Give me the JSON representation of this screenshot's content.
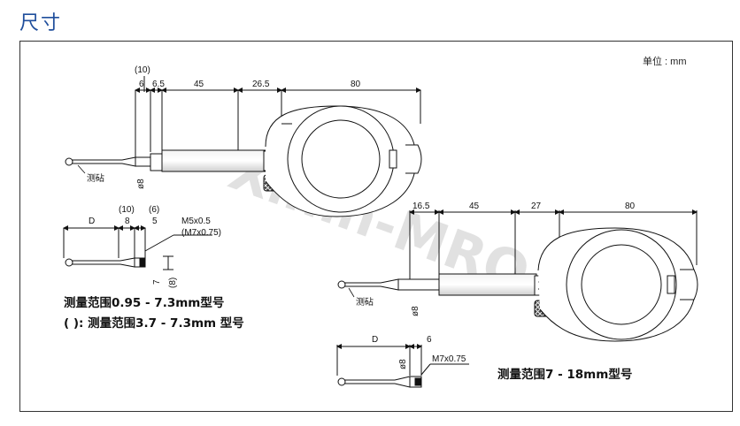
{
  "heading": "尺寸",
  "unit_label": "单位 : mm",
  "watermark": "Xinin-MRO",
  "upper_gauge": {
    "dims": {
      "d10": "(10)",
      "d6": "6",
      "d65": "6.5",
      "d45": "45",
      "d265": "26.5",
      "d80": "80"
    },
    "probe_label": "测砧",
    "dia_label": "ø8"
  },
  "upper_detail": {
    "dims": {
      "D": "D",
      "d10": "(10)",
      "d8": "8",
      "d6": "(6)",
      "d5": "5"
    },
    "thread1": "M5x0.5",
    "thread2": "(M7x0.75)",
    "dia1": "7",
    "dia2": "(8)"
  },
  "upper_caption1": "测量范围0.95 - 7.3mm型号",
  "upper_caption2": "( ): 测量范围3.7 - 7.3mm 型号",
  "lower_gauge": {
    "dims": {
      "d165": "16.5",
      "d45": "45",
      "d27": "27",
      "d80": "80"
    },
    "probe_label": "测砧",
    "dia_label": "ø8"
  },
  "lower_detail": {
    "dims": {
      "D": "D",
      "d6": "6"
    },
    "thread": "M7x0.75",
    "dia": "ø8"
  },
  "lower_caption": "测量范围7 - 18mm型号"
}
